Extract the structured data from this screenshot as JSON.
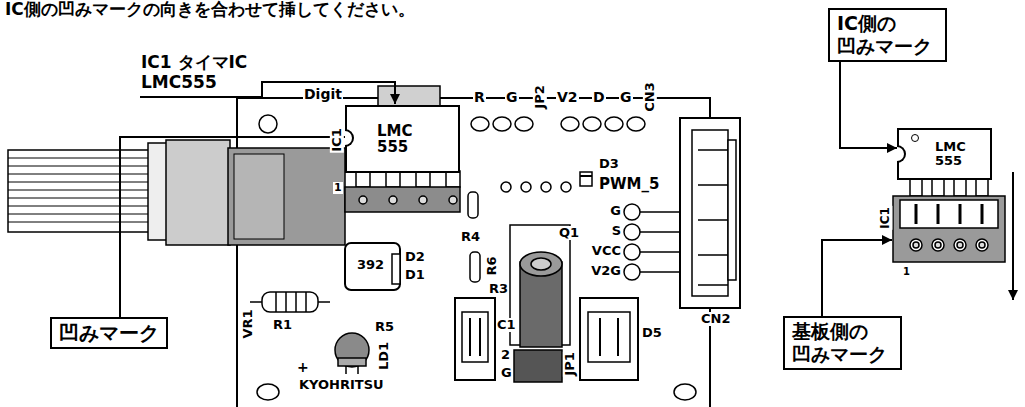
{
  "diagram": {
    "title": "IC側の凹みマークの向きを合わせて挿してください。",
    "nodes": [
      {
        "text": [
          "IC側の 凹みマーク"
        ]
      },
      {
        "text": [
          "LMC 555"
        ]
      },
      {
        "text": [
          "LMC 555"
        ]
      },
      {
        "text": [
          "凹みマーク"
        ]
      },
      {
        "text": [
          "基板側の 凹みマーク"
        ]
      }
    ],
    "edges": [
      {
        "from": 3,
        "to": 1,
        "arrow": "to"
      },
      {
        "from": 0,
        "to": 2,
        "arrow": "to"
      }
    ],
    "labels": [
      "IC1 タイマIC LMC555",
      "Digit",
      "IC1",
      "1",
      "R",
      "G",
      "JP2",
      "V2",
      "D",
      "G",
      "CN3",
      "D3",
      "PWM_5",
      "G",
      "S",
      "VCC",
      "V2G",
      "Q1",
      "R4",
      "392",
      "D2",
      "D1",
      "R6",
      "R3",
      "CN2",
      "VR1",
      "R1",
      "R5",
      "C1",
      "2",
      "D5",
      "JP1",
      "LD1",
      "+",
      "KYOHRITSU",
      "G",
      "IC1",
      "1"
    ]
  }
}
